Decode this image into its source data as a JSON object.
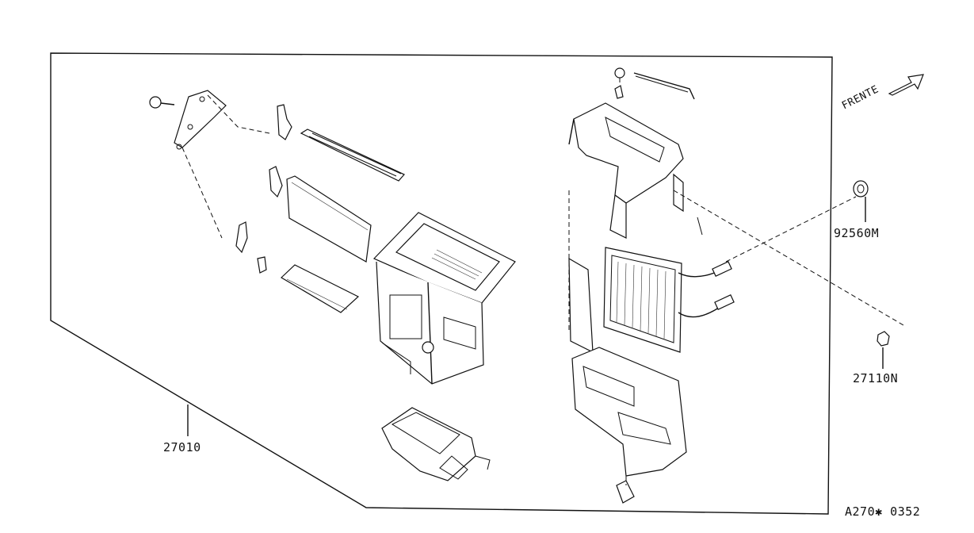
{
  "labels": {
    "part_27010": "27010",
    "part_92560m": "92560M",
    "part_27110n": "27110N",
    "direction": "FRENTE",
    "drawing_id": "A270✱ 0352"
  },
  "icons": {
    "direction_arrow": "arrow-up-right-icon"
  }
}
